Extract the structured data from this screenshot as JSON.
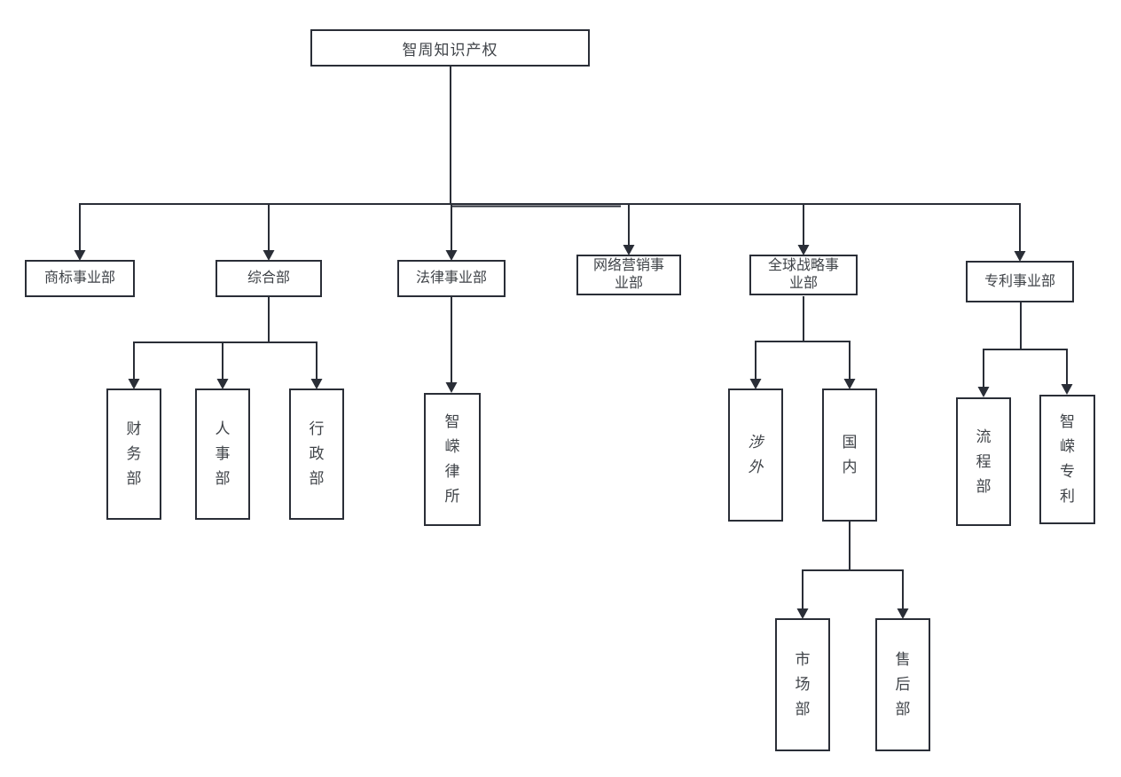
{
  "org_chart": {
    "type": "organization-chart",
    "root": {
      "label": "智周知识产权"
    },
    "divisions": [
      {
        "label": "商标事业部",
        "children": []
      },
      {
        "label": "综合部",
        "children": [
          {
            "label": "财务部"
          },
          {
            "label": "人事部"
          },
          {
            "label": "行政部"
          }
        ]
      },
      {
        "label": "法律事业部",
        "children": [
          {
            "label": "智嵘律所"
          }
        ]
      },
      {
        "label": "网络营销事业部",
        "children": []
      },
      {
        "label": "全球战略事业部",
        "children": [
          {
            "label": "涉外",
            "emphasis": "italic"
          },
          {
            "label": "国内",
            "children": [
              {
                "label": "市场部"
              },
              {
                "label": "售后部"
              }
            ]
          }
        ]
      },
      {
        "label": "专利事业部",
        "children": [
          {
            "label": "流程部"
          },
          {
            "label": "智嵘专利"
          }
        ]
      }
    ],
    "colors": {
      "line": "#2a2e37",
      "box_border": "#2a2e37",
      "text": "#3f4348",
      "background": "#ffffff"
    }
  }
}
